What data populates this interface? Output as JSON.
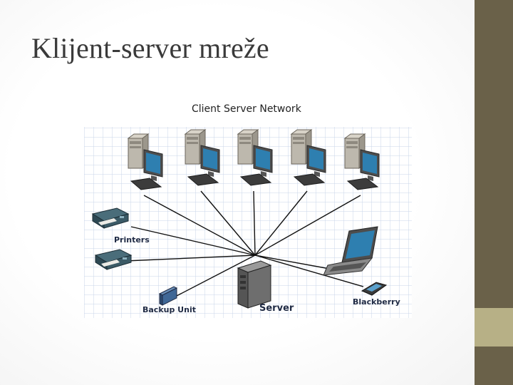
{
  "slide": {
    "title": "Klijent-server mreže",
    "sidebar_color": "#6a6149",
    "sidebar_accent_color": "#b7b086"
  },
  "diagram": {
    "caption": "Client Server Network",
    "labels": {
      "printers": "Printers",
      "backup_unit": "Backup Unit",
      "server": "Server",
      "blackberry": "Blackberry"
    },
    "client_count": 5,
    "colors": {
      "line": "#111111",
      "grid": "#c9d6ea",
      "screen": "#2e7fb0"
    }
  }
}
